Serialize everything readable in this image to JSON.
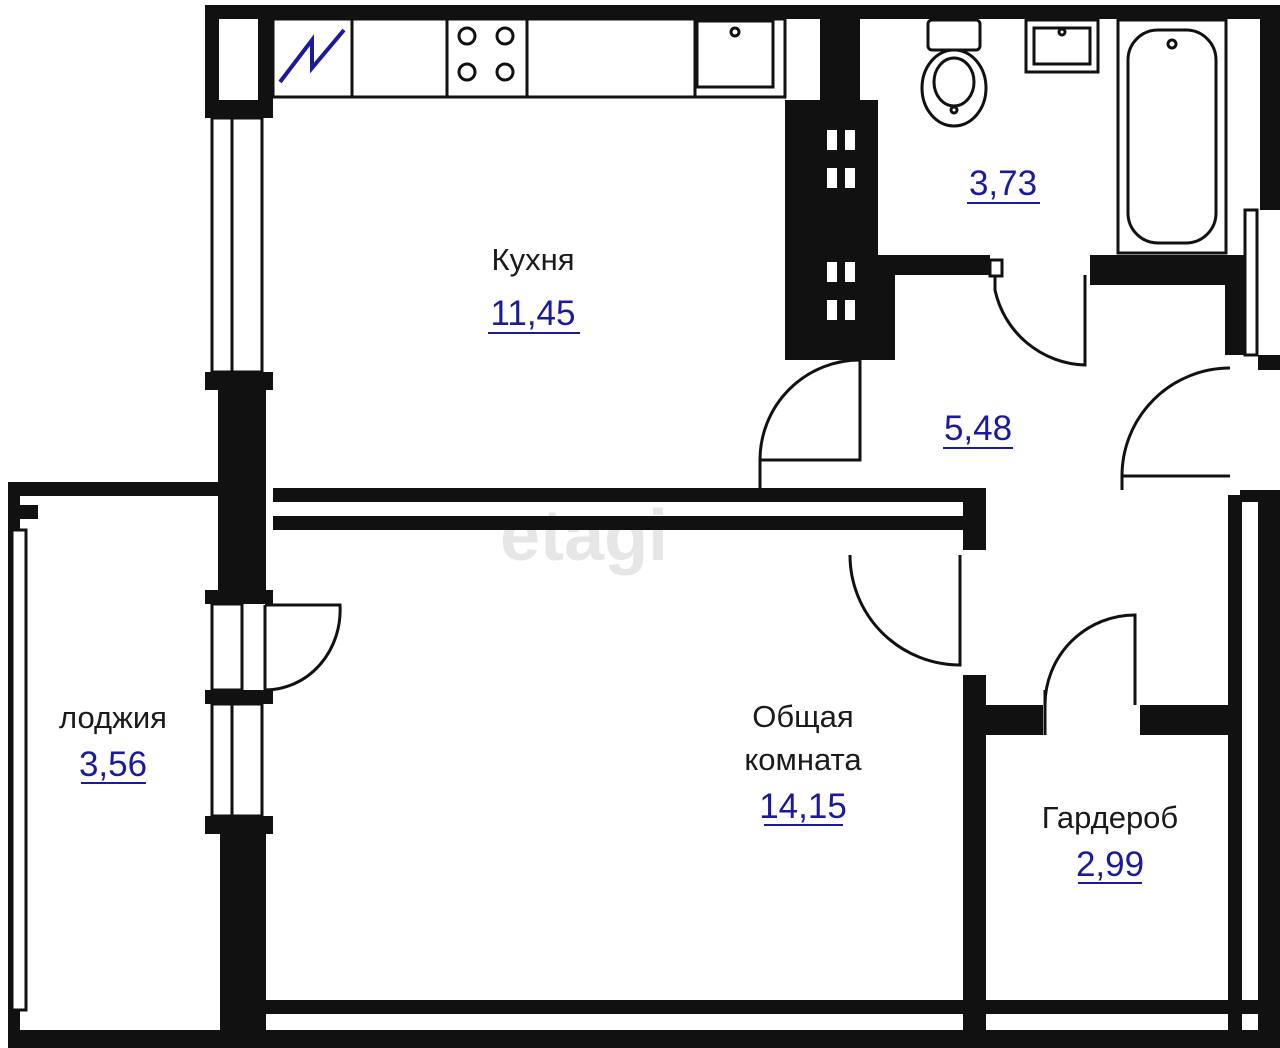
{
  "colors": {
    "wall": "#111111",
    "area_text": "#1a1a9e",
    "label_text": "#1a1a1a",
    "background": "#ffffff",
    "watermark": "#e6e6e6"
  },
  "watermark": {
    "text": "etagi"
  },
  "icons": {
    "north": "north-arrow-icon"
  },
  "rooms": {
    "kitchen": {
      "name": "Кухня",
      "area": "11,45"
    },
    "bathroom": {
      "area": "3,73"
    },
    "hall": {
      "area": "5,48"
    },
    "loggia": {
      "name": "лоджия",
      "area": "3,56"
    },
    "living": {
      "name_line1": "Общая",
      "name_line2": "комната",
      "area": "14,15"
    },
    "wardrobe": {
      "name": "Гардероб",
      "area": "2,99"
    }
  }
}
